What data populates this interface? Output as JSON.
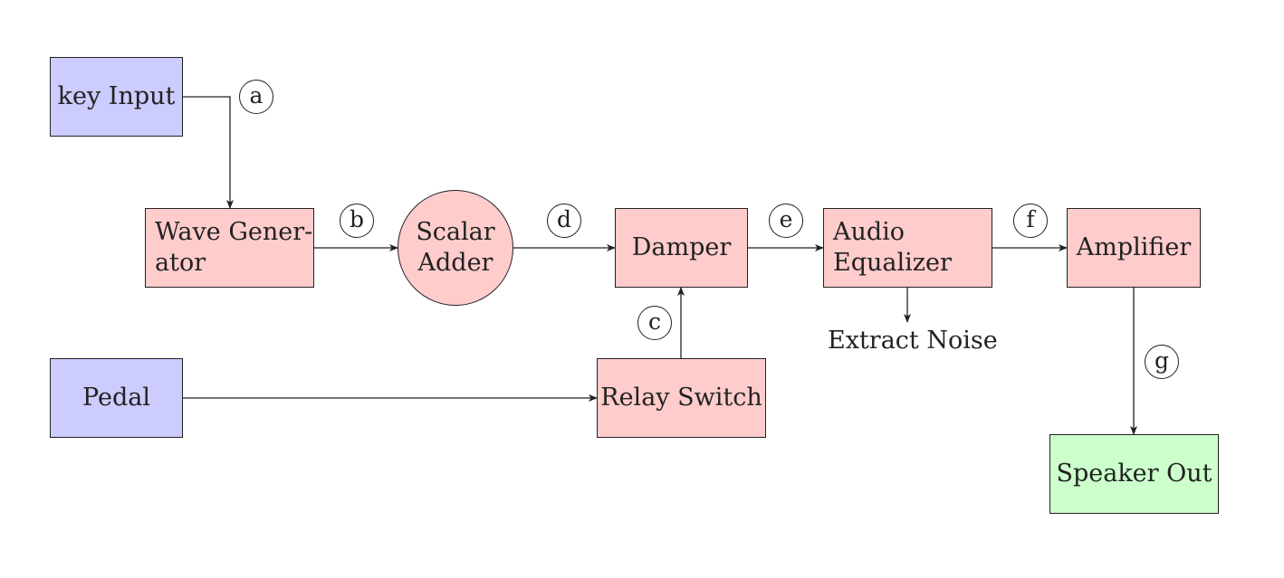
{
  "blocks": {
    "key_input": "key Input",
    "pedal": "Pedal",
    "wave_generator": [
      "Wave Gener-",
      "ator"
    ],
    "scalar_adder": [
      "Scalar",
      "Adder"
    ],
    "damper": "Damper",
    "relay_switch": "Relay Switch",
    "audio_equalizer": [
      "Audio",
      "Equalizer"
    ],
    "amplifier": "Amplifier",
    "speaker_out": "Speaker Out"
  },
  "labels": {
    "extract_noise": "Extract Noise"
  },
  "signal_tags": {
    "a": "a",
    "b": "b",
    "c": "c",
    "d": "d",
    "e": "e",
    "f": "f",
    "g": "g"
  },
  "colors": {
    "input_fill": "#ccccff",
    "process_fill": "#ffcccc",
    "output_fill": "#ccffcc",
    "stroke": "#222222"
  }
}
